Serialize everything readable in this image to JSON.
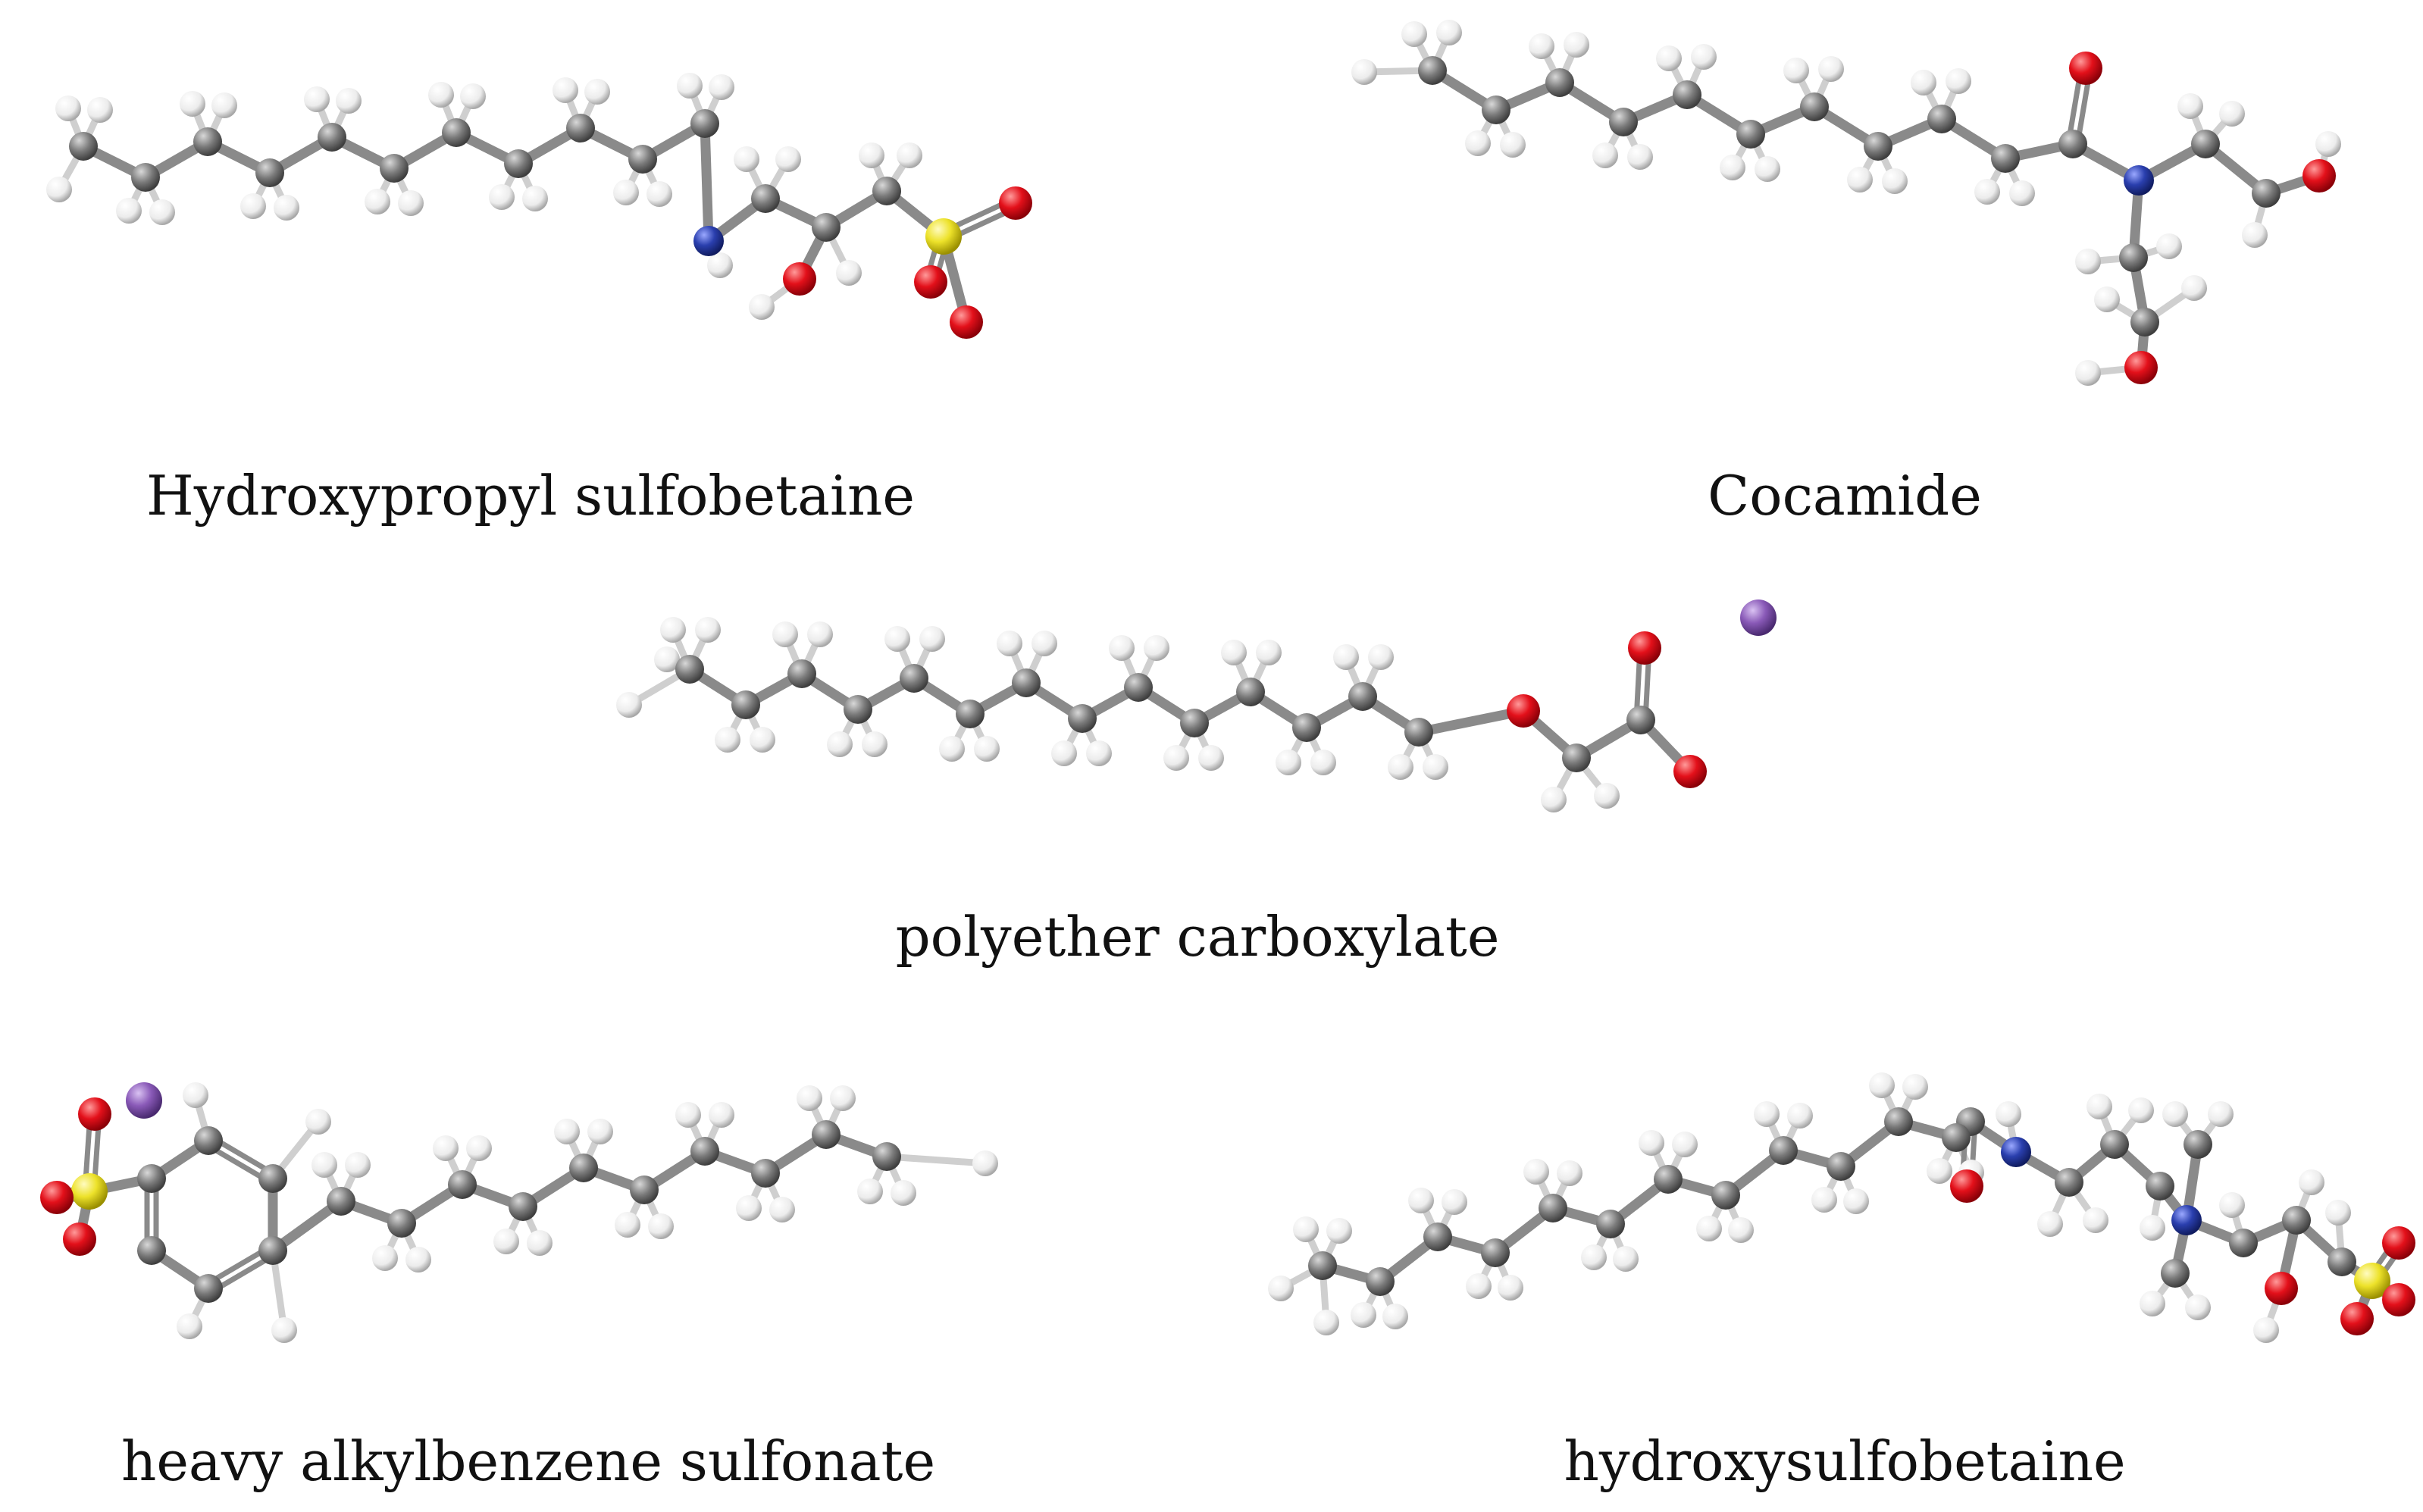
{
  "colors": {
    "carbon": "#777777",
    "carbon_bond": "#8a8a8a",
    "hydrogen": "#f4f4f4",
    "oxygen": "#e3101a",
    "nitrogen": "#2a3fae",
    "sulfur": "#ede22a",
    "sodium": "#8a5ab8"
  },
  "molecules": [
    {
      "id": "hydroxypropyl-sulfobetaine",
      "caption": "Hydroxypropyl sulfobetaine"
    },
    {
      "id": "cocamide",
      "caption": "Cocamide"
    },
    {
      "id": "polyether-carboxylate",
      "caption": "polyether carboxylate"
    },
    {
      "id": "heavy-alkylbenzene-sulfonate",
      "caption": "heavy alkylbenzene sulfonate"
    },
    {
      "id": "hydroxysulfobetaine",
      "caption": "hydroxysulfobetaine"
    }
  ]
}
